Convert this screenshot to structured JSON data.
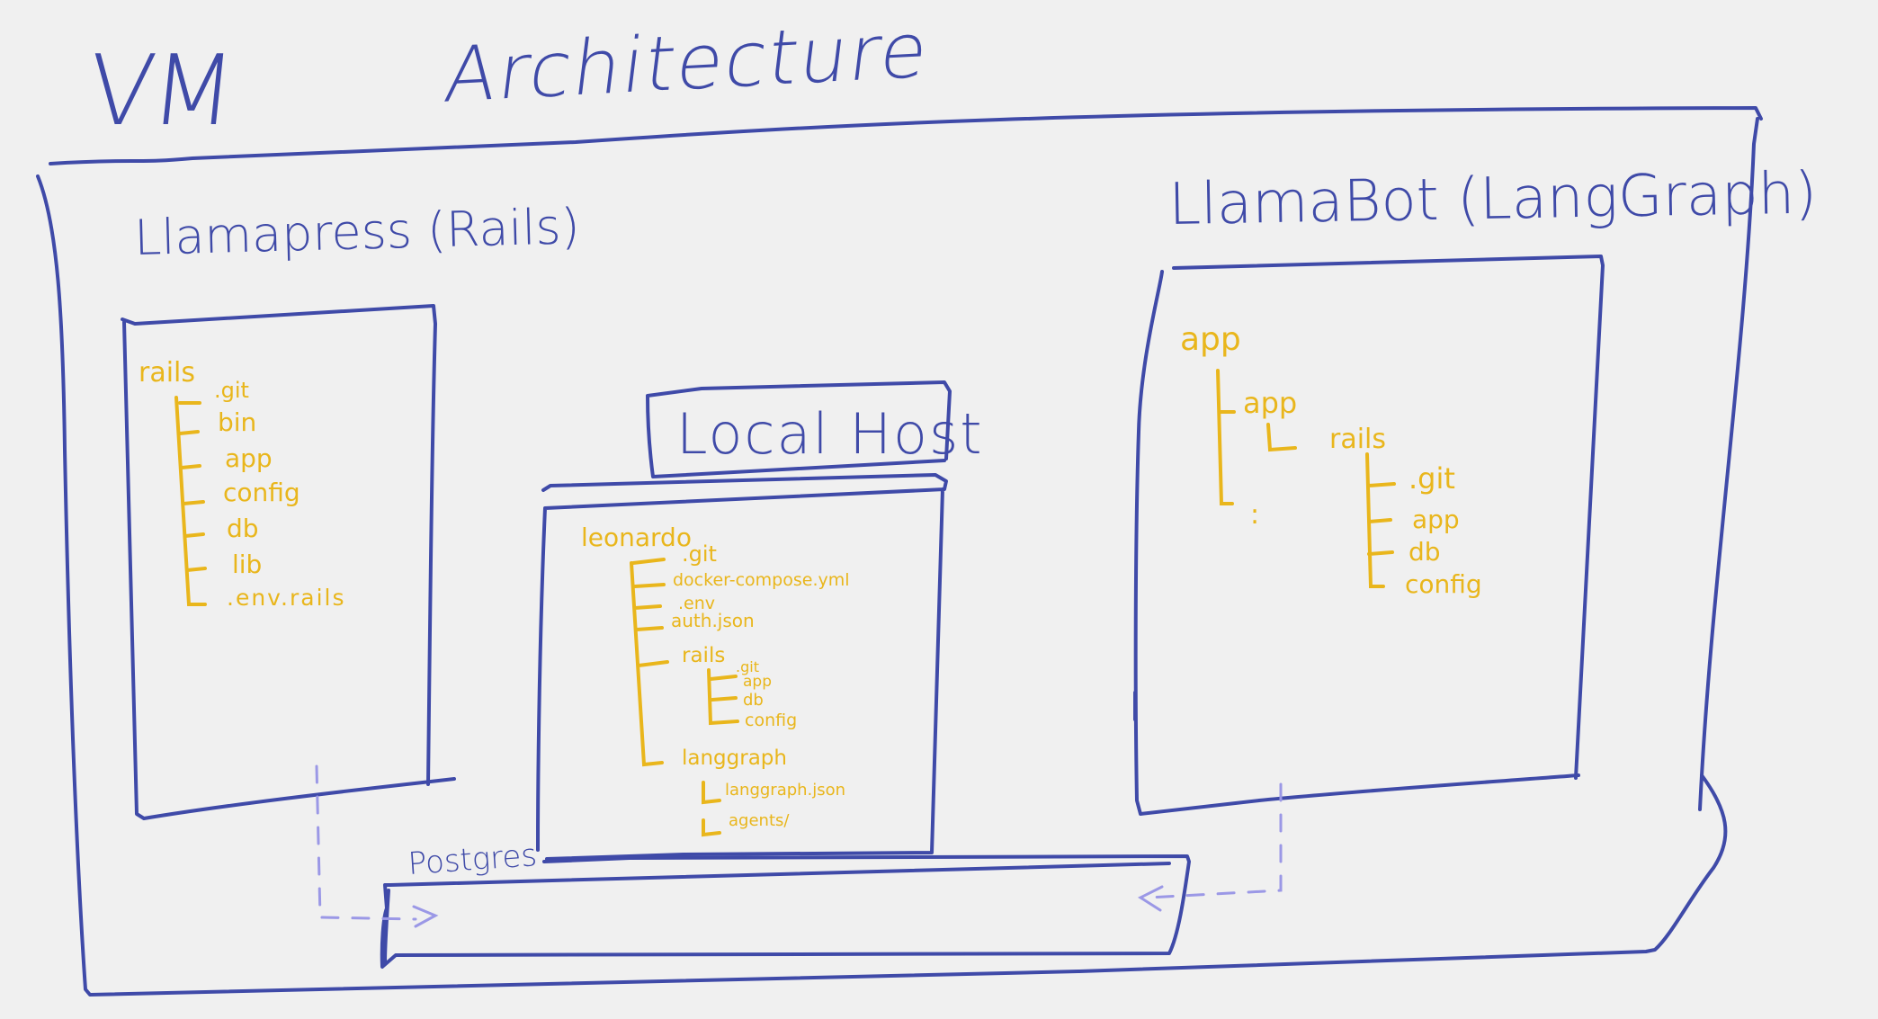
{
  "title": {
    "vm": "VM",
    "architecture": "Architecture"
  },
  "colors": {
    "ink_blue": "#3f4aa8",
    "ink_gold": "#e9b61c",
    "ink_lavender": "#9b98e6",
    "background": "#f0f0f0"
  },
  "llamapress": {
    "title": "Llamapress (Rails)",
    "root": "rails",
    "items": [
      ".git",
      "bin",
      "app",
      "config",
      "db",
      "lib",
      ".env.rails"
    ]
  },
  "localhost": {
    "title": "Local Host",
    "root": "leonardo",
    "items": [
      ".git",
      "docker-compose.yml",
      ".env",
      "auth.json",
      "rails",
      "langgraph"
    ],
    "rails_items": [
      ".git",
      "app",
      "db",
      "config"
    ],
    "langgraph_items": [
      "langgraph.json",
      "agents/"
    ]
  },
  "llamabot": {
    "title": "LlamaBot (LangGraph)",
    "root": "app",
    "sub": "app",
    "sub_ellipsis": ":",
    "rails": "rails",
    "rails_items": [
      ".git",
      "app",
      "db",
      "config"
    ]
  },
  "postgres": {
    "label": "Postgres"
  }
}
